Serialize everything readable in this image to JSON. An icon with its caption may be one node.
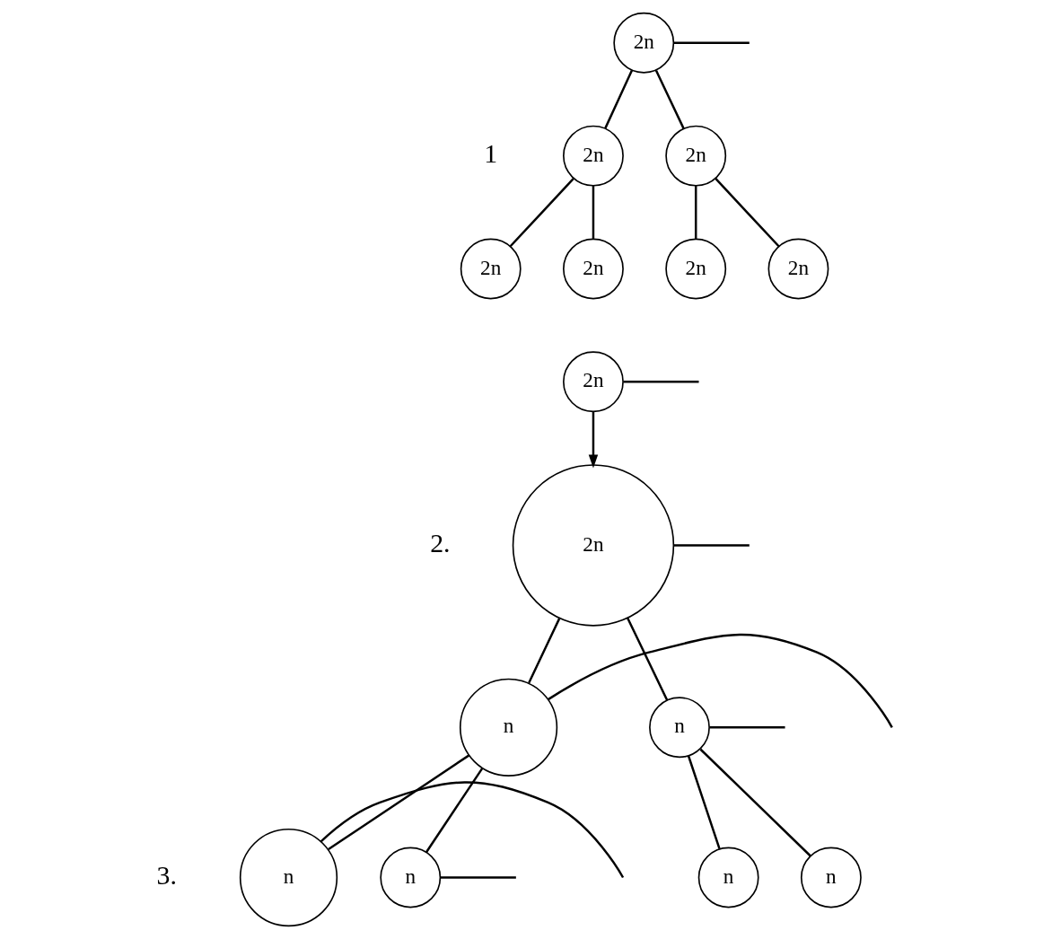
{
  "diagram": {
    "nodes": [
      {
        "text": [
          "2n"
        ]
      },
      {
        "text": [
          "2n"
        ]
      },
      {
        "text": [
          "2n"
        ]
      },
      {
        "text": [
          "2n"
        ]
      },
      {
        "text": [
          "2n"
        ]
      },
      {
        "text": [
          "2n"
        ]
      },
      {
        "text": [
          "2n"
        ]
      },
      {
        "text": [
          "2n"
        ]
      },
      {
        "text": [
          "2n"
        ]
      },
      {
        "text": [
          "n"
        ]
      },
      {
        "text": [
          "n"
        ]
      },
      {
        "text": [
          "n"
        ]
      },
      {
        "text": [
          "n"
        ]
      },
      {
        "text": [
          "n"
        ]
      },
      {
        "text": [
          "n"
        ]
      }
    ],
    "edges": [
      {
        "from": 0,
        "to": 1,
        "arrow": "none"
      },
      {
        "from": 0,
        "to": 2,
        "arrow": "none"
      },
      {
        "from": 1,
        "to": 3,
        "arrow": "none"
      },
      {
        "from": 1,
        "to": 4,
        "arrow": "none"
      },
      {
        "from": 2,
        "to": 5,
        "arrow": "none"
      },
      {
        "from": 2,
        "to": 6,
        "arrow": "none"
      },
      {
        "from": 7,
        "to": 8,
        "arrow": "to"
      },
      {
        "from": 8,
        "to": 9,
        "arrow": "none"
      },
      {
        "from": 8,
        "to": 10,
        "arrow": "none"
      },
      {
        "from": 9,
        "to": 11,
        "arrow": "none"
      },
      {
        "from": 9,
        "to": 12,
        "arrow": "none"
      },
      {
        "from": 10,
        "to": 13,
        "arrow": "none"
      },
      {
        "from": 10,
        "to": 14,
        "arrow": "none"
      },
      {
        "from": 0,
        "to": null,
        "arrow": "none"
      },
      {
        "from": 7,
        "to": null,
        "arrow": "none"
      },
      {
        "from": 8,
        "to": null,
        "arrow": "none"
      },
      {
        "from": 9,
        "to": null,
        "arrow": "none"
      },
      {
        "from": 10,
        "to": null,
        "arrow": "none"
      },
      {
        "from": 11,
        "to": null,
        "arrow": "none"
      },
      {
        "from": 12,
        "to": null,
        "arrow": "none"
      }
    ],
    "labels": [
      "1",
      "2.",
      "3."
    ]
  }
}
